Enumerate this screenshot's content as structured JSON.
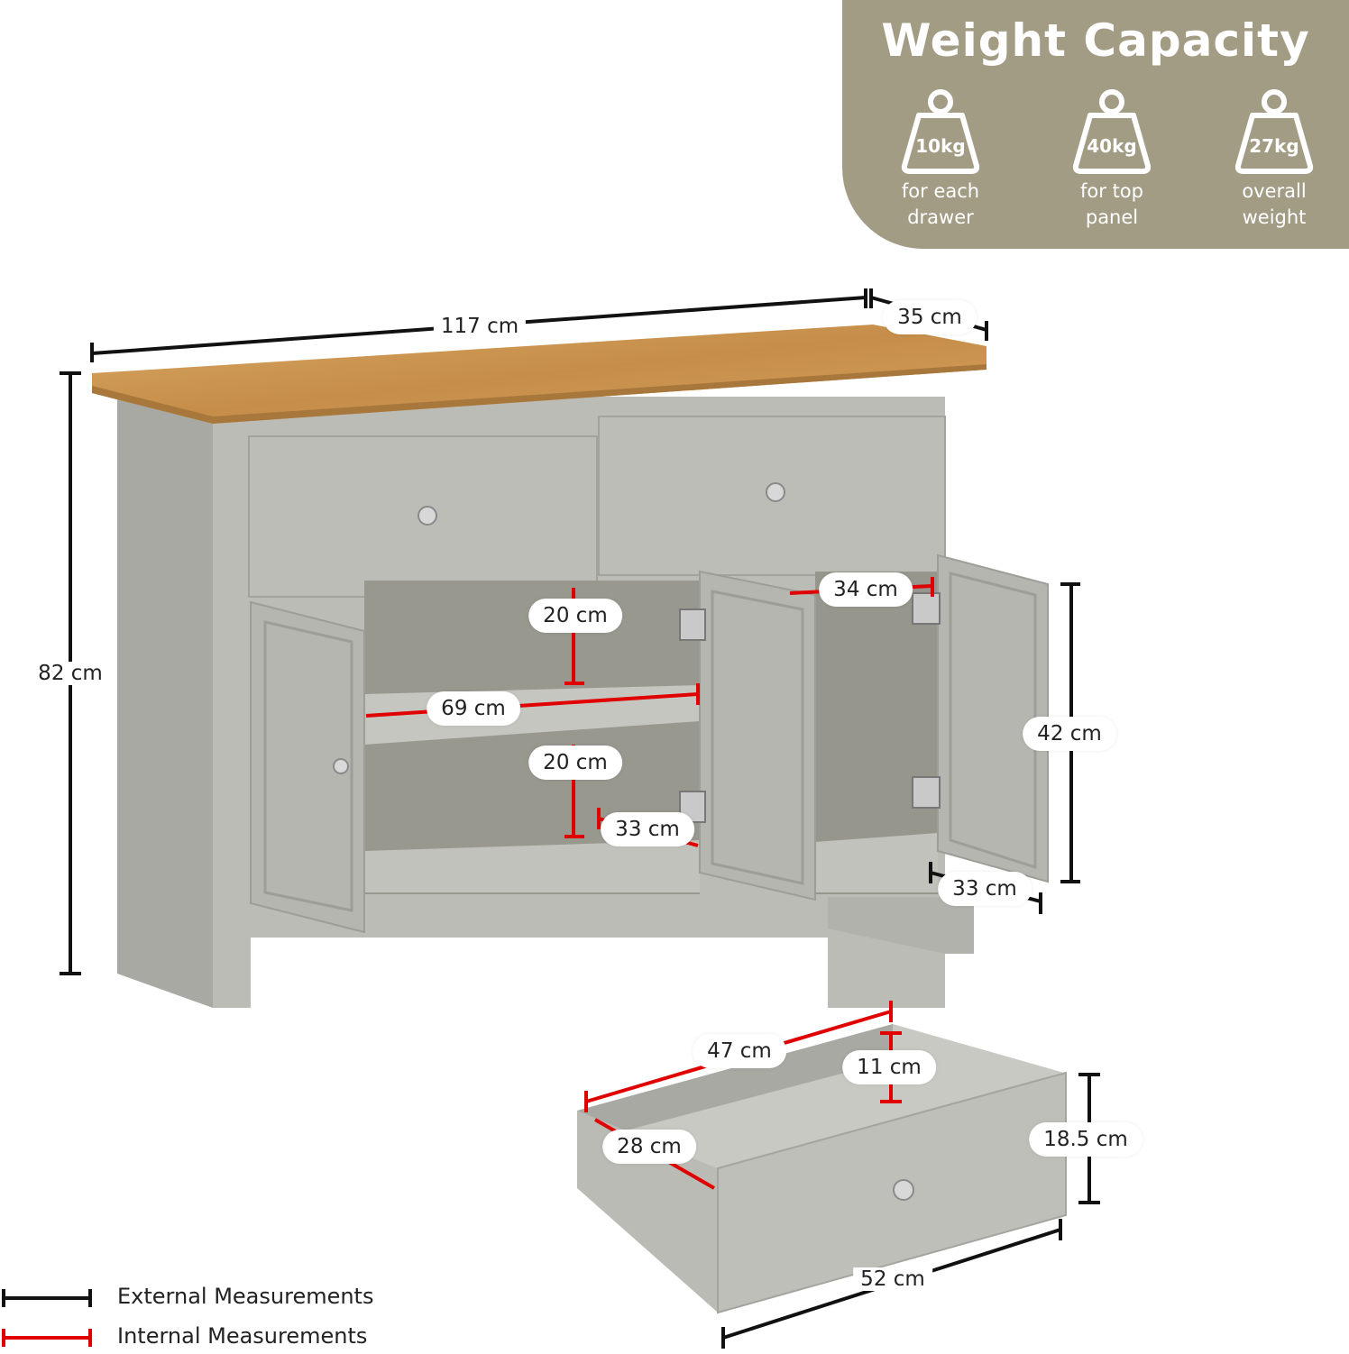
{
  "weight_capacity": {
    "title": "Weight Capacity",
    "items": [
      {
        "value": "10kg",
        "caption": "for each\ndrawer",
        "icon": "weight-icon"
      },
      {
        "value": "40kg",
        "caption": "for top\npanel",
        "icon": "weight-icon"
      },
      {
        "value": "27kg",
        "caption": "overall\nweight",
        "icon": "weight-icon"
      }
    ]
  },
  "measurements": {
    "width": "117 cm",
    "depth": "35 cm",
    "height": "82 cm",
    "shelf_gap_top": "20 cm",
    "shelf_width": "69 cm",
    "shelf_gap_bottom": "20 cm",
    "left_inner_depth": "33 cm",
    "right_inner_width": "34 cm",
    "right_inner_height": "42 cm",
    "right_inner_depth": "33 cm",
    "drawer_inner_width": "47 cm",
    "drawer_inner_height": "11 cm",
    "drawer_inner_depth": "28 cm",
    "drawer_height": "18.5 cm",
    "drawer_width": "52 cm"
  },
  "legend": {
    "external": "External Measurements",
    "internal": "Internal Measurements"
  },
  "colors": {
    "panel": "#a39c85",
    "cabinet": "#b4b4ae",
    "oak_top": "#c8954f",
    "external_line": "#111111",
    "internal_line": "#e00000"
  }
}
